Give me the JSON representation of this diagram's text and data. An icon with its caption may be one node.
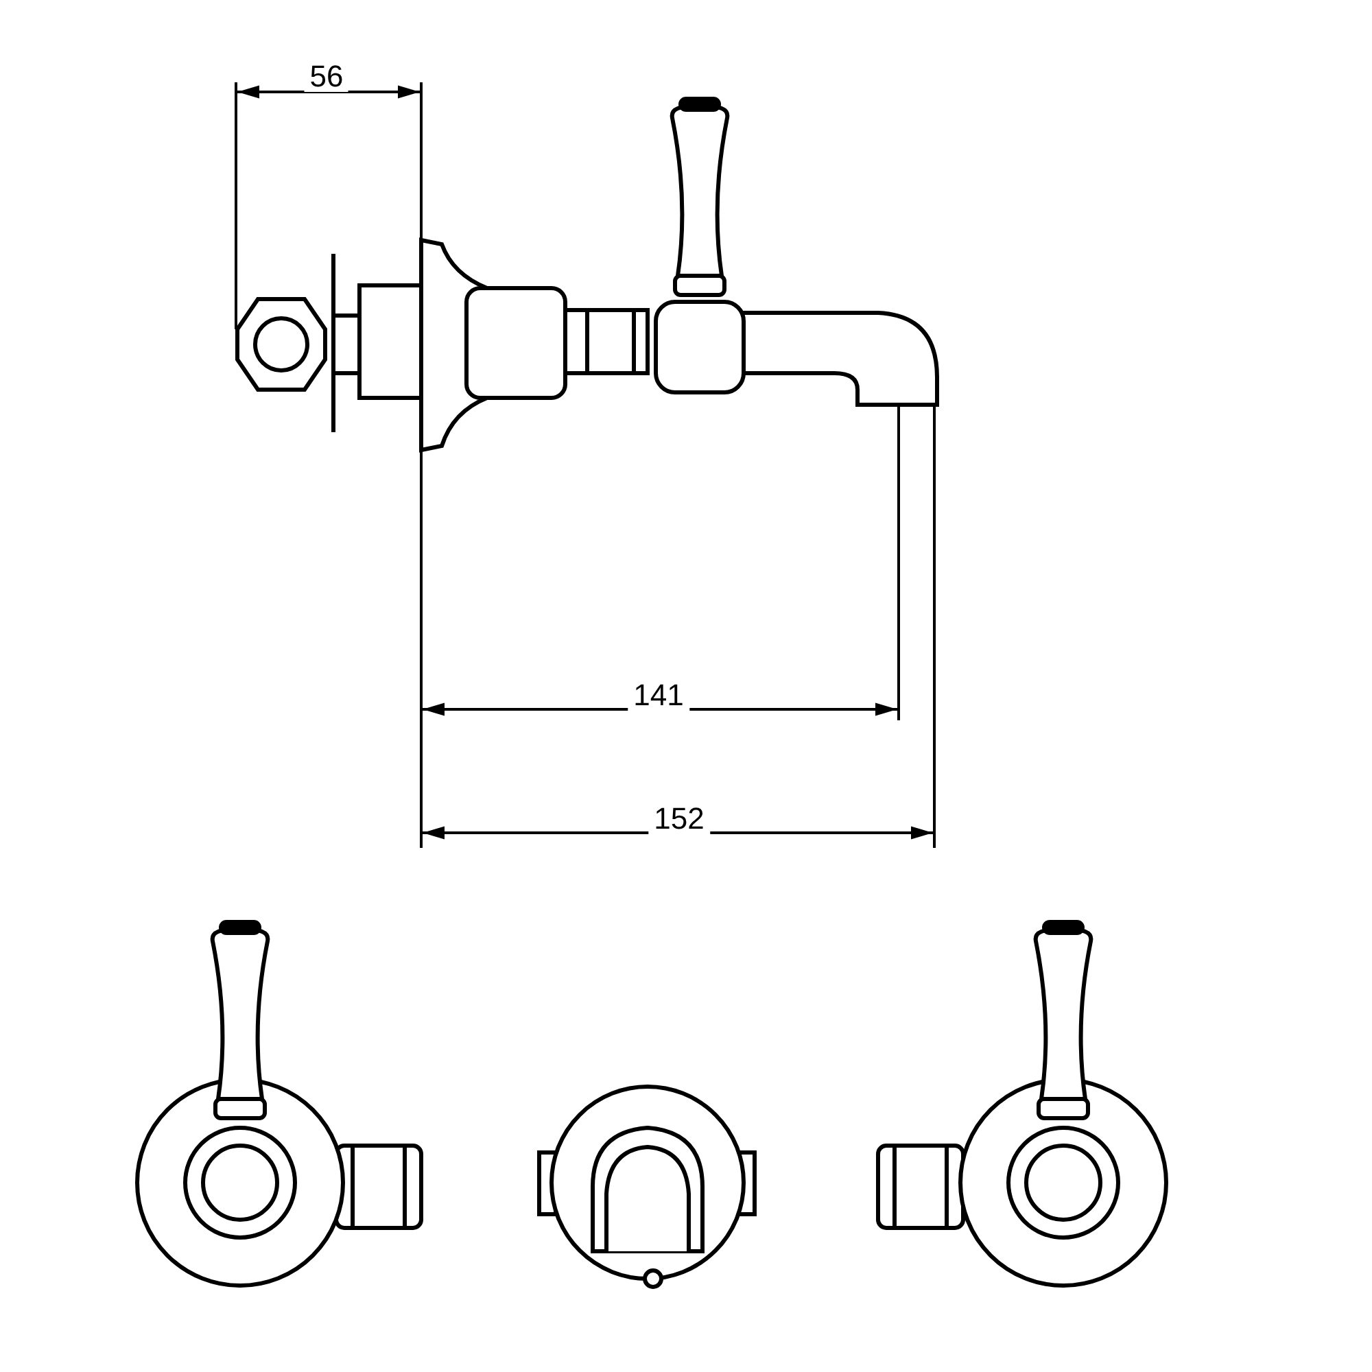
{
  "diagram": {
    "labels": [
      "56",
      "141",
      "152"
    ]
  }
}
